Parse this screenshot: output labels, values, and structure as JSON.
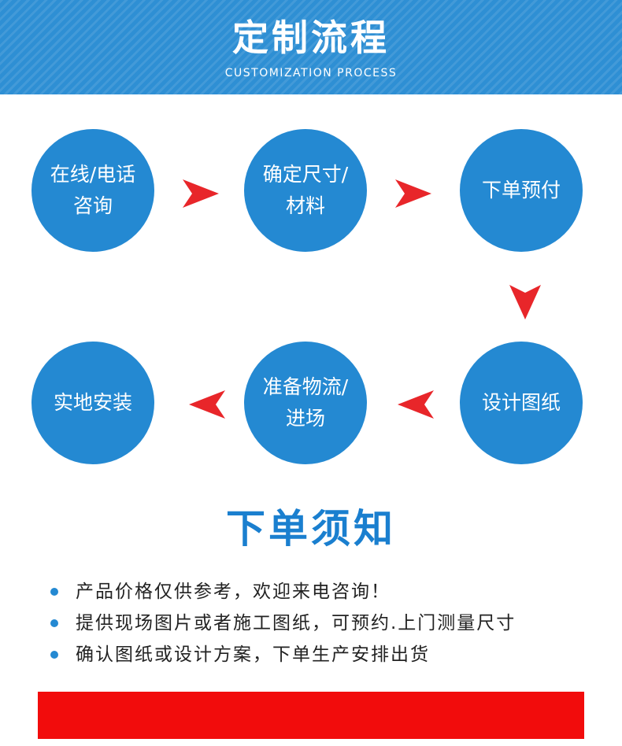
{
  "colors": {
    "header_bg": "#2e8fd4",
    "circle": "#2489d2",
    "arrow": "#e8262a",
    "notice_title": "#1a7fcf",
    "red_bar": "#f20c0c"
  },
  "header": {
    "title": "定制流程",
    "subtitle": "CUSTOMIZATION PROCESS"
  },
  "steps": [
    {
      "line1": "在线/电话",
      "line2": "咨询"
    },
    {
      "line1": "确定尺寸/",
      "line2": "材料"
    },
    {
      "line1": "下单预付",
      "line2": ""
    },
    {
      "line1": "设计图纸",
      "line2": ""
    },
    {
      "line1": "准备物流/",
      "line2": "进场"
    },
    {
      "line1": "实地安装",
      "line2": ""
    }
  ],
  "arrows": [
    "arrow-right-icon",
    "arrow-right-icon",
    "arrow-down-icon",
    "arrow-left-icon",
    "arrow-left-icon"
  ],
  "notice": {
    "title": "下单须知",
    "items": [
      "产品价格仅供参考，欢迎来电咨询！",
      "提供现场图片或者施工图纸，可预约.上门测量尺寸",
      "确认图纸或设计方案，下单生产安排出货"
    ]
  }
}
